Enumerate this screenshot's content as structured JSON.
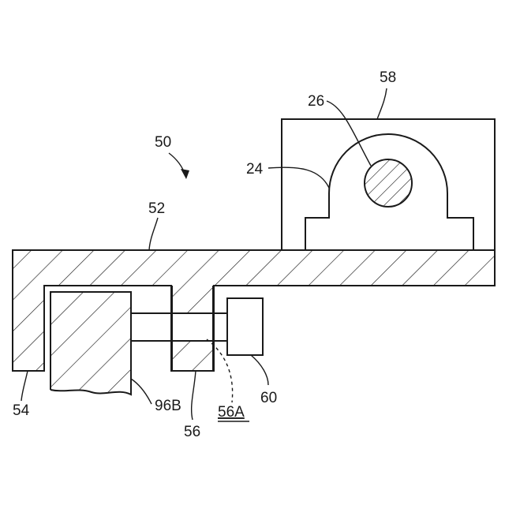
{
  "diagram": {
    "labels": {
      "assembly": "50",
      "body": "52",
      "left_leg": "54",
      "center_leg": "56",
      "hole": "56A",
      "housing": "58",
      "knob": "60",
      "bracket": "24",
      "shaft": "26",
      "block": "96B"
    },
    "colors": {
      "line": "#1a1a1a",
      "hatch": "#1a1a1a",
      "background": "#ffffff"
    }
  }
}
